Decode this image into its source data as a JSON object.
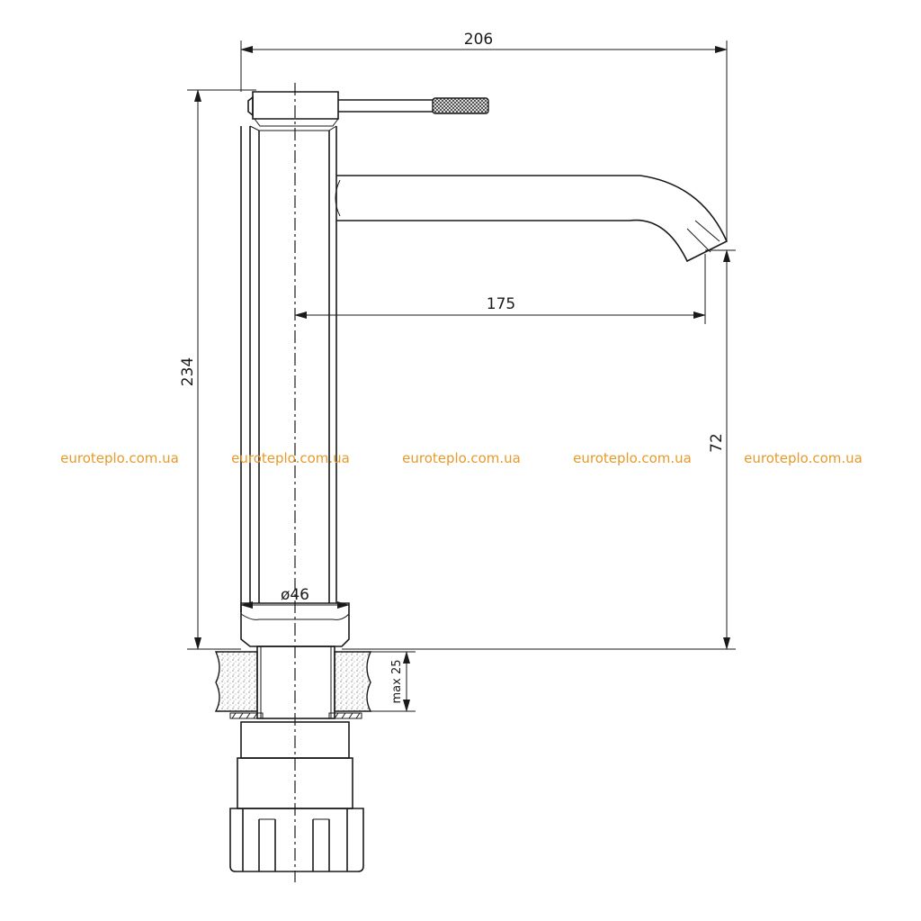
{
  "dimensions": {
    "overall_width": "206",
    "overall_height": "234",
    "spout_reach": "175",
    "spout_height": "72",
    "body_diameter": "ø46",
    "max_counter_thickness": "max 25"
  },
  "watermark": {
    "text": "euroteplo.com.ua",
    "color": "#e69a2e",
    "repeat": 5
  }
}
